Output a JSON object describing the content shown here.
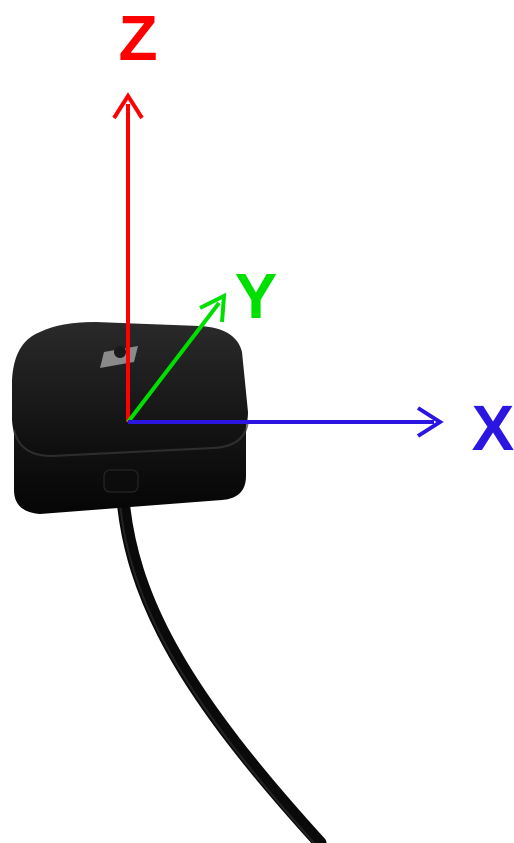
{
  "axes": {
    "z": {
      "label": "Z",
      "color": "#ff0000"
    },
    "y": {
      "label": "Y",
      "color": "#00e000"
    },
    "x": {
      "label": "X",
      "color": "#2a16e0"
    }
  },
  "device": {
    "icon": "gps-antenna-puck-icon",
    "body_color": "#141414",
    "cable_color": "#0a0a0a",
    "logo_color": "#8a8a8a"
  },
  "background": "#ffffff"
}
